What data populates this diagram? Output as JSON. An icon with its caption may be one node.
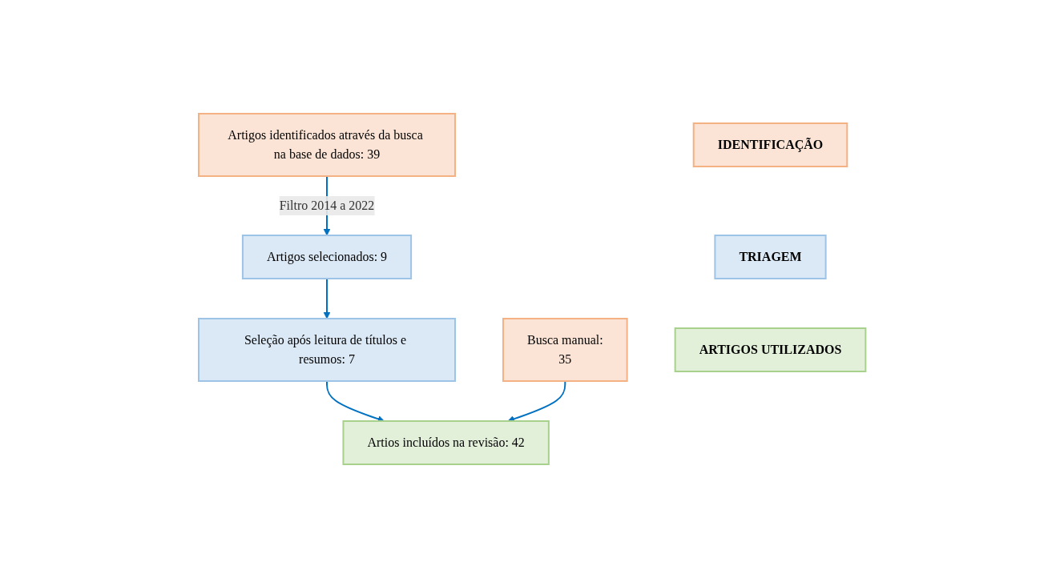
{
  "diagram": {
    "nodes": [
      {
        "text": [
          "IDENTIFICAÇÃO"
        ]
      },
      {
        "text": [
          "Artigos identificados através da busca na base de dados: 39"
        ]
      },
      {
        "text": [
          "Busca manual:",
          "35"
        ]
      },
      {
        "text": [
          "TRIAGEM"
        ]
      },
      {
        "text": [
          "Artigos selecionados: 9"
        ]
      },
      {
        "text": [
          "Seleção após leitura de títulos e resumos: 7"
        ]
      },
      {
        "text": [
          "ARTIGOS UTILIZADOS"
        ]
      },
      {
        "text": [
          "Artios incluídos na revisão: 42"
        ]
      }
    ],
    "edges": [
      {
        "from": 1,
        "to": 4,
        "arrow": "to",
        "label": "Filtro 2014 a 2022"
      },
      {
        "from": 4,
        "to": 5,
        "arrow": "to"
      },
      {
        "from": 5,
        "to": 7,
        "arrow": "to"
      },
      {
        "from": 2,
        "to": 7,
        "arrow": "to"
      }
    ]
  }
}
